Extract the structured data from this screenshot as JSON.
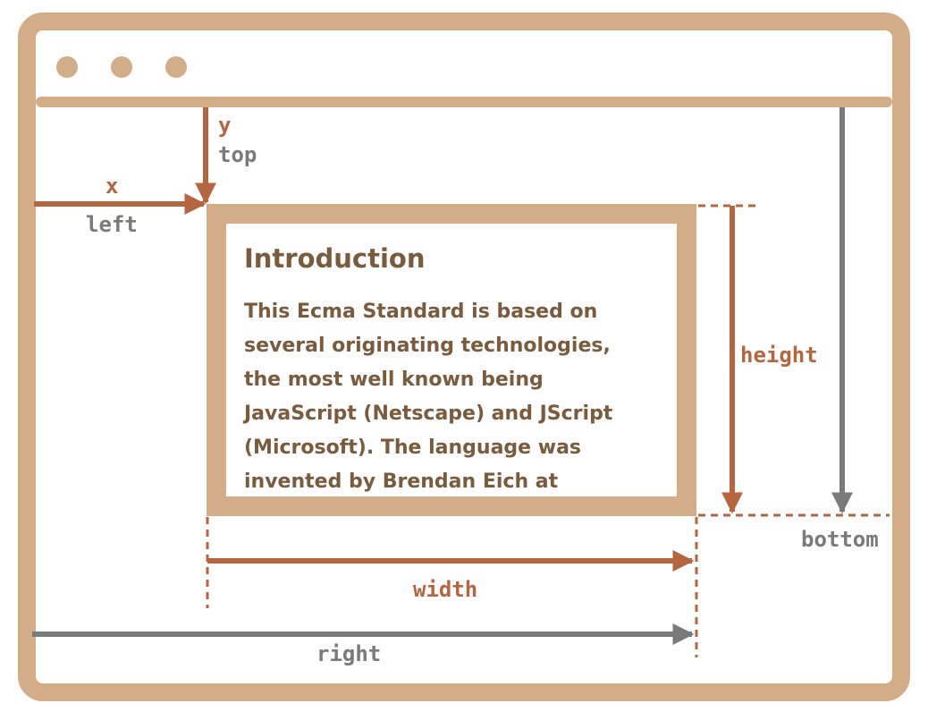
{
  "colors": {
    "frame": "#d3ad87",
    "accent": "#b5663f",
    "gray": "#7a7a7a",
    "text": "#7a5b3c"
  },
  "element": {
    "title": "Introduction",
    "lines": [
      "This Ecma Standard is based on",
      "several originating technologies,",
      "the most well known being",
      "JavaScript (Netscape) and JScript",
      "(Microsoft). The language was",
      "invented by Brendan Eich at"
    ]
  },
  "labels": {
    "y": "y",
    "top": "top",
    "x": "x",
    "left": "left",
    "height": "height",
    "bottom": "bottom",
    "width": "width",
    "right": "right"
  },
  "icons": [
    "window-dot-icon",
    "window-dot-icon",
    "window-dot-icon"
  ]
}
